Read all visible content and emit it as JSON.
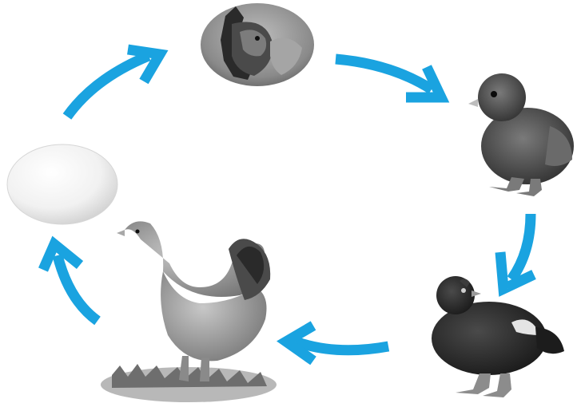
{
  "diagram": {
    "stages": [
      {
        "id": "egg",
        "icon": "egg-icon"
      },
      {
        "id": "hatching-egg",
        "icon": "hatching-egg-icon"
      },
      {
        "id": "chick",
        "icon": "chick-icon"
      },
      {
        "id": "young-chicken",
        "icon": "young-chicken-icon"
      },
      {
        "id": "hen",
        "icon": "hen-icon"
      }
    ],
    "arrows": [
      {
        "from": "egg",
        "to": "hatching-egg"
      },
      {
        "from": "hatching-egg",
        "to": "chick"
      },
      {
        "from": "chick",
        "to": "young-chicken"
      },
      {
        "from": "young-chicken",
        "to": "hen"
      },
      {
        "from": "hen",
        "to": "egg"
      }
    ],
    "colors": {
      "arrow": "#1aa3e0",
      "background": "#ffffff"
    }
  }
}
